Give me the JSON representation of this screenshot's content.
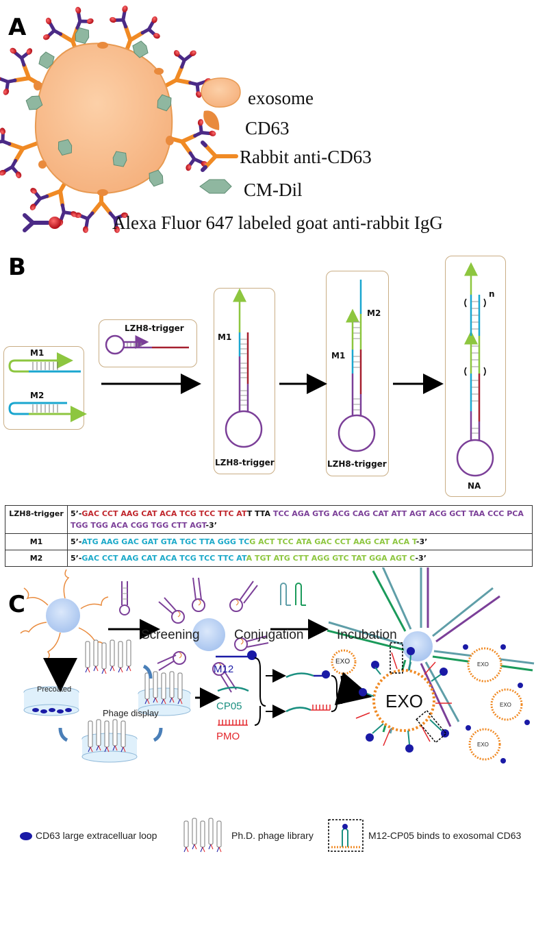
{
  "panels": {
    "a": "A",
    "b": "B",
    "c": "C"
  },
  "panel_a": {
    "legend": {
      "exosome": "exosome",
      "cd63": "CD63",
      "rabbit_anti_cd63": "Rabbit anti-CD63",
      "cm_dil": "CM-Dil",
      "alexa": "Alexa Fluor 647 labeled goat anti-rabbit IgG"
    }
  },
  "panel_b": {
    "m1": "M1",
    "m2": "M2",
    "lzh8_trigger": "LZH8-trigger",
    "na": "NA",
    "n": "n",
    "sequences": [
      {
        "name": "LZH8-trigger",
        "parts": [
          {
            "t": "5’-",
            "c": "black"
          },
          {
            "t": "GAC CCT AAG CAT ACA TCG TCC TTC A",
            "c": "red"
          },
          {
            "t": "T",
            "c": "red"
          },
          {
            "t": "T TTA ",
            "c": "black"
          },
          {
            "t": "TCC AGA GTG ACG CAG CAT ATT AGT ACG GCT TAA CCC PCA TGG TGG ACA CGG TGG CTT AGT",
            "c": "purple"
          },
          {
            "t": "-3’",
            "c": "black"
          }
        ]
      },
      {
        "name": "M1",
        "parts": [
          {
            "t": "5’-",
            "c": "black"
          },
          {
            "t": "ATG AAG GAC GAT GTA TGC TTA GGG TC",
            "c": "cyan"
          },
          {
            "t": "G ACT TCC ATA GAC CCT AAG CAT ACA T",
            "c": "green"
          },
          {
            "t": "-3’",
            "c": "black"
          }
        ]
      },
      {
        "name": "M2",
        "parts": [
          {
            "t": "5’-",
            "c": "black"
          },
          {
            "t": "GAC CCT AAG CAT ACA TCG TCC TTC AT",
            "c": "cyan"
          },
          {
            "t": "A TGT ATG CTT AGG GTC TAT GGA AGT C",
            "c": "green"
          },
          {
            "t": "-3’",
            "c": "black"
          }
        ]
      }
    ]
  },
  "panel_c": {
    "screening": "Screening",
    "conjugation": "Conjugation",
    "incubation": "Incubation",
    "precoated": "Precoated",
    "phage_display": "Phage display",
    "m12": "M12",
    "cp05": "CP05",
    "pmo": "PMO",
    "exo": "EXO",
    "legend_loop": "CD63 large extracelluar loop",
    "legend_library": "Ph.D. phage library",
    "legend_binds": "M12-CP05 binds to exosomal CD63"
  },
  "colors": {
    "exosome": "#f7b988",
    "cd63": "#e98a3c",
    "antibody_purple": "#4b2a86",
    "antibody_orange": "#f08a24",
    "dye_red": "#d01f2e",
    "cm_dil": "#8fb7a0",
    "strand_red": "#a51f2e",
    "strand_cyan": "#1aa6cf",
    "strand_green": "#8dc63f",
    "strand_purple": "#7b3f98",
    "box_border": "#c9ad84",
    "bead": "#bcd4f4",
    "cd63_loop": "#1a1aa6",
    "cp05": "#1a8f80",
    "pmo": "#e3262b"
  }
}
